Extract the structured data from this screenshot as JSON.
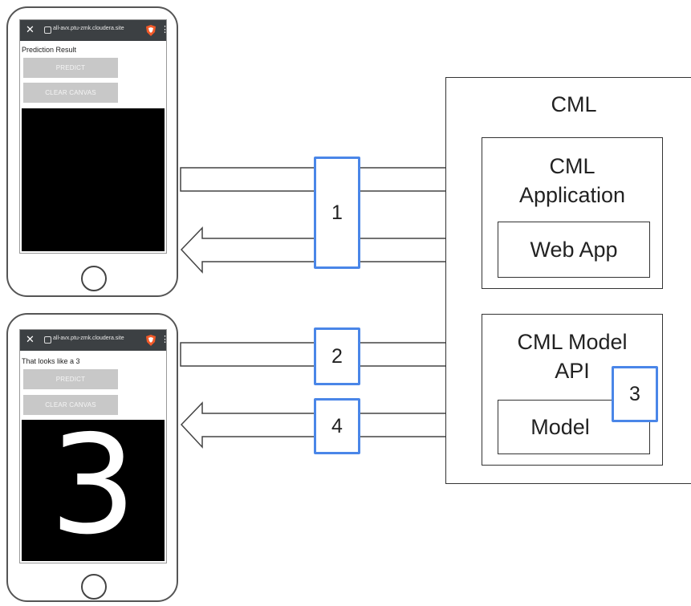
{
  "diagram": {
    "cml_label": "CML",
    "cml_application_label": "CML\nApplication",
    "web_app_label": "Web App",
    "cml_model_api_label": "CML Model\nAPI",
    "model_label": "Model",
    "steps": [
      "1",
      "2",
      "3",
      "4"
    ]
  },
  "phone_top": {
    "url": "all-avx.ptu-zmk.cloudera.site",
    "result_text": "Prediction Result",
    "predict_label": "PREDICT",
    "clear_label": "CLEAR CANVAS",
    "drawn_digit": ""
  },
  "phone_bottom": {
    "url": "all-avx.ptu-zmk.cloudera.site",
    "result_text": "That looks like a 3",
    "predict_label": "PREDICT",
    "clear_label": "CLEAR CANVAS",
    "drawn_digit": "3"
  },
  "colors": {
    "step_border": "#4a86e8",
    "browser_bar": "#3c4043",
    "button_bg": "#c8c8c8",
    "canvas_bg": "#000000"
  }
}
